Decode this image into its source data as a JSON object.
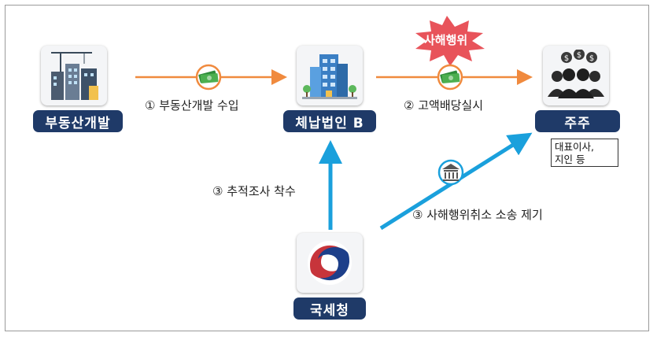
{
  "nodes": {
    "developer": "부동산개발",
    "delinquent": "체납법인 B",
    "shareholder": "주주",
    "nts": "국세청"
  },
  "shareholder_note": [
    "대표이사,",
    "지인 등"
  ],
  "edges": {
    "income": "① 부동산개발 수입",
    "dividend": "② 고액배당실시",
    "investigation": "③ 추적조사 착수",
    "lawsuit": "③ 사해행위취소 소송 제기"
  },
  "burst_label": "사해행위",
  "icons": [
    "buildings-crane-icon",
    "office-building-icon",
    "shareholders-icon",
    "taxbird-logo-icon",
    "money-icon",
    "court-icon"
  ],
  "colors": {
    "navy": "#1f3a68",
    "orange_arrow": "#f08a3e",
    "blue_arrow": "#1aa0dc",
    "burst": "#e8535a"
  }
}
